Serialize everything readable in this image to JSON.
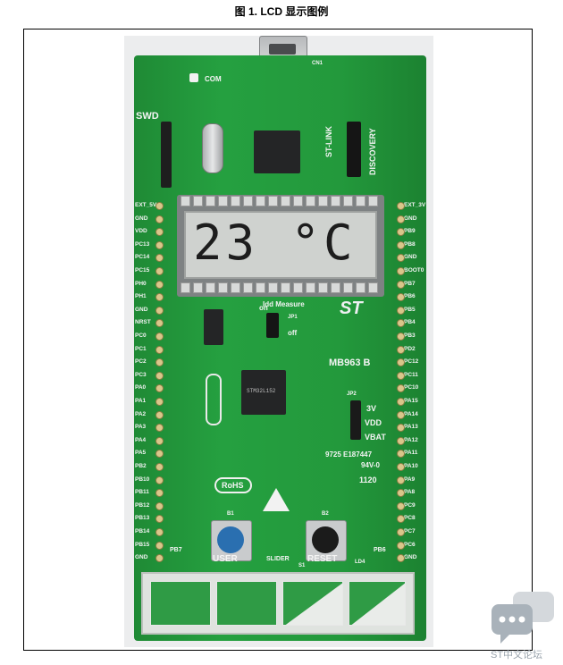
{
  "caption": "图 1. LCD 显示图例",
  "lcd": {
    "reading": "23 °C"
  },
  "silkscreen": {
    "swd": "SWD",
    "com": "COM",
    "cn1": "CN1",
    "stlink": "ST-LINK",
    "discovery": "DISCOVERY",
    "board": "MB963 B",
    "idd": "Idd Measure",
    "on": "on",
    "off": "off",
    "jp1": "JP1",
    "jp2": "JP2",
    "rohs": "RoHS",
    "user": "USER",
    "reset": "RESET",
    "slider": "SLIDER",
    "b1": "B1",
    "b2": "B2",
    "s1": "S1",
    "ld4": "LD4",
    "pb7": "PB7",
    "pb6": "PB6",
    "cert1": "9725 E187447",
    "cert2": "94V-0",
    "code": "1120",
    "v3": "3V",
    "vdd": "VDD",
    "vbat": "VBAT",
    "mcu": "STM32L152",
    "st": "ST"
  },
  "left_header": [
    "EXT_5V",
    "GND",
    "VDD",
    "PC13",
    "PC14",
    "PC15",
    "PH0",
    "PH1",
    "GND",
    "NRST",
    "PC0",
    "PC1",
    "PC2",
    "PC3",
    "PA0",
    "PA1",
    "PA2",
    "PA3",
    "PA4",
    "PA5",
    "PB2",
    "PB10",
    "PB11",
    "PB12",
    "PB13",
    "PB14",
    "PB15",
    "GND"
  ],
  "right_header": [
    "EXT_3V",
    "GND",
    "PB9",
    "PB8",
    "GND",
    "BOOT0",
    "PB7",
    "PB6",
    "PB5",
    "PB4",
    "PB3",
    "PD2",
    "PC12",
    "PC11",
    "PC10",
    "PA15",
    "PA14",
    "PA13",
    "PA12",
    "PA11",
    "PA10",
    "PA9",
    "PA8",
    "PC9",
    "PC8",
    "PC7",
    "PC6",
    "GND"
  ],
  "watermark": {
    "text": "ST中文论坛"
  },
  "colors": {
    "pcb": "#23993c",
    "user_button": "#2a6fb0",
    "reset_button": "#1b1b1b",
    "silk": "#f4f4f4"
  }
}
